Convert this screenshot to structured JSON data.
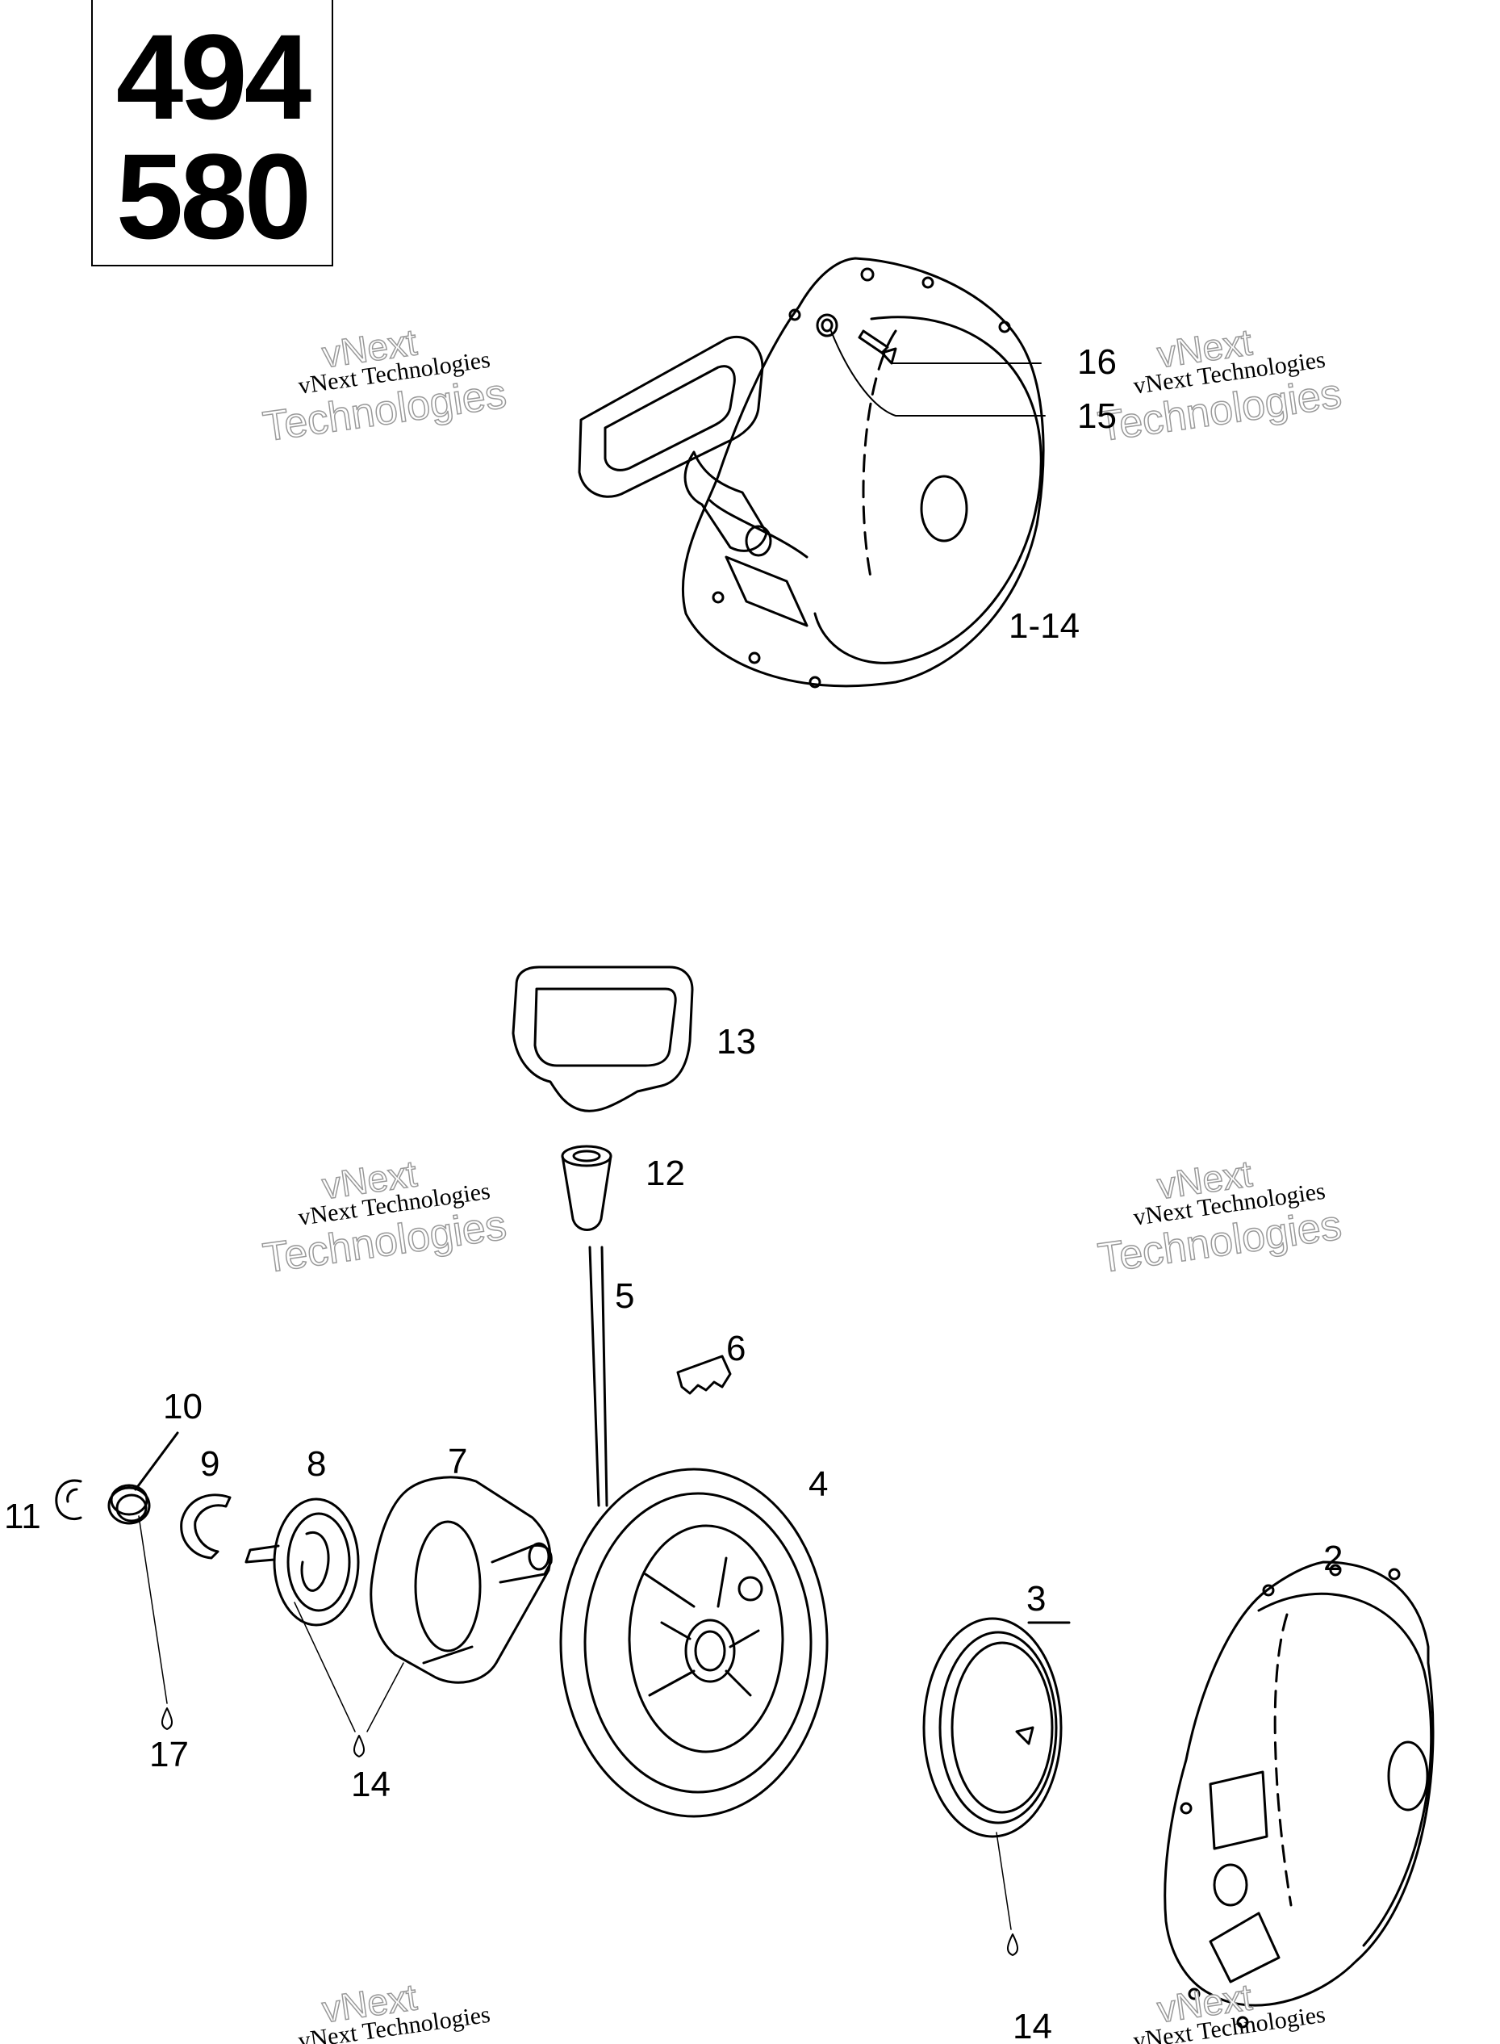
{
  "models": [
    "494",
    "580"
  ],
  "watermark": {
    "line1": "vNext",
    "line2": "vNext Technologies",
    "line3": "Technologies"
  },
  "assembly_label": "1-14",
  "callouts": {
    "c16": "16",
    "c15": "15",
    "c13": "13",
    "c12": "12",
    "c5": "5",
    "c6": "6",
    "c4": "4",
    "c10": "10",
    "c9": "9",
    "c8": "8",
    "c7": "7",
    "c11": "11",
    "c17": "17",
    "c14a": "14",
    "c3": "3",
    "c2": "2",
    "c14b": "14"
  }
}
